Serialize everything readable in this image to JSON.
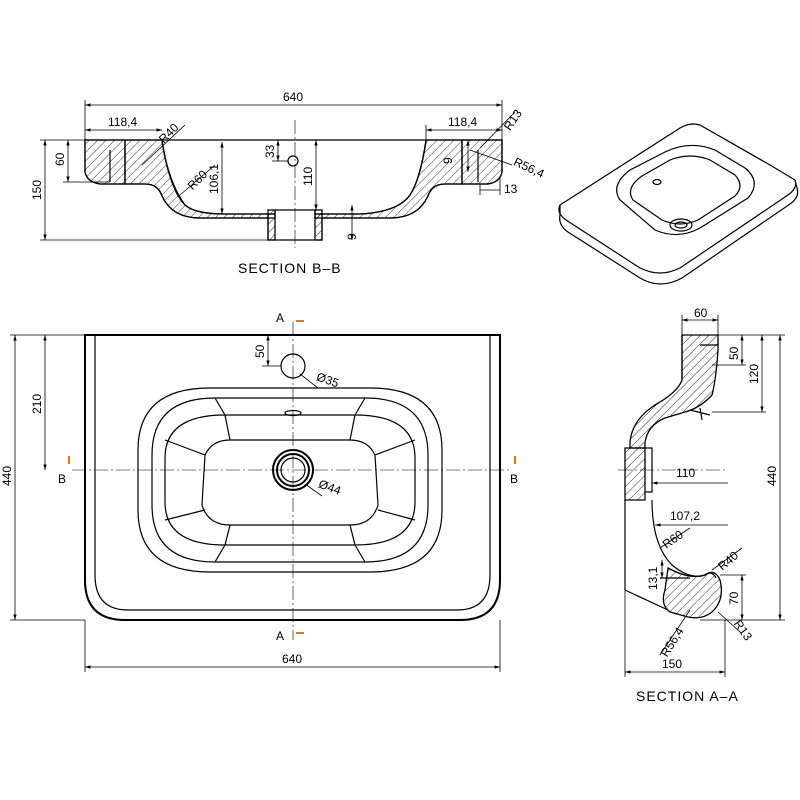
{
  "section_bb": {
    "title": "SECTION B–B",
    "dims": {
      "width": "640",
      "left_offset": "118,4",
      "right_offset": "118,4",
      "r40": "R40",
      "r13": "R13",
      "r60": "R60",
      "r56": "R56,4",
      "h150": "150",
      "h60": "60",
      "h33": "33",
      "h106": "106,1",
      "h110": "110",
      "h9a": "9",
      "h9b": "9",
      "w13": "13"
    }
  },
  "plan": {
    "marker_a_top": "A",
    "marker_a_bottom": "A",
    "marker_b_left": "B",
    "marker_b_right": "B",
    "dims": {
      "h440": "440",
      "h210": "210",
      "h50": "50",
      "tap_hole": "Ø35",
      "drain": "Ø44",
      "width": "640"
    }
  },
  "section_aa": {
    "title": "SECTION A–A",
    "dims": {
      "w60": "60",
      "h50": "50",
      "h120": "120",
      "h440": "440",
      "w110": "110",
      "w107": "107,2",
      "r60": "R60",
      "r40": "R40",
      "h13": "13,1",
      "h70": "70",
      "r56": "R56,4",
      "r13": "R13",
      "w150": "150"
    }
  },
  "colors": {
    "marker": "#e07a10",
    "line": "#000000"
  }
}
